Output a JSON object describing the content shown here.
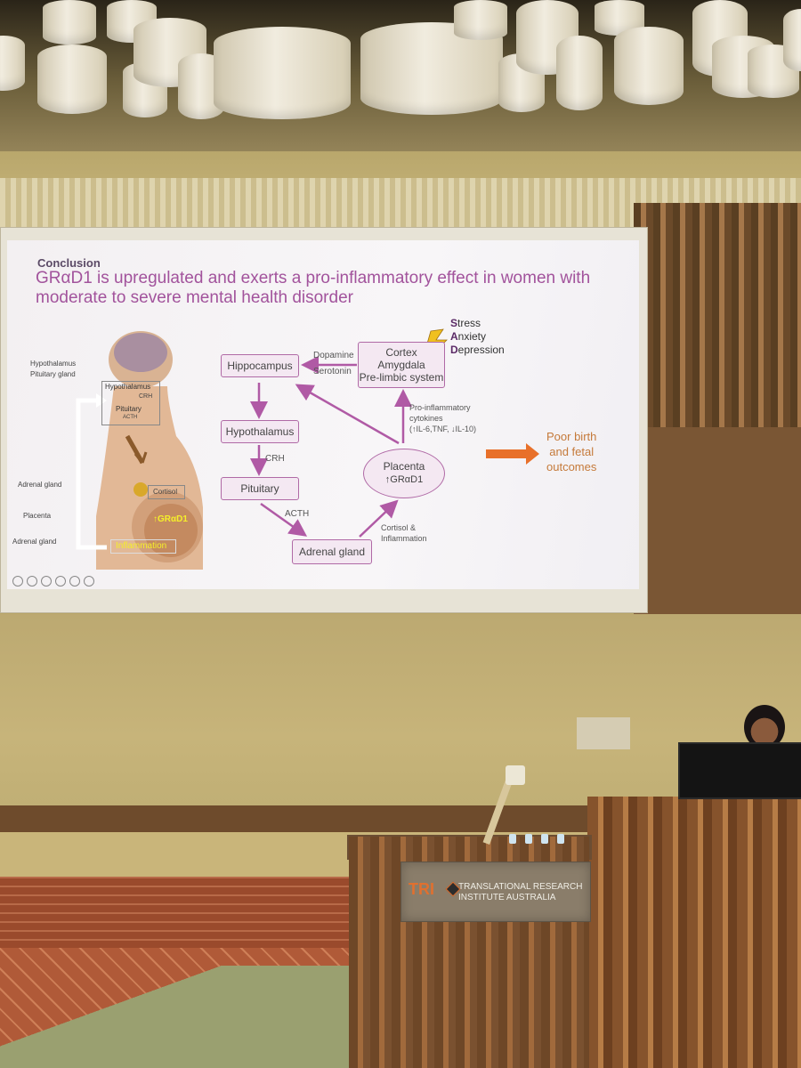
{
  "slide": {
    "eyebrow": "Conclusion",
    "title": "GRαD1 is upregulated and exerts a pro-inflammatory effect in women with moderate to severe mental health disorder",
    "body_labels": {
      "hypothalamus": "Hypothalamus",
      "pituitary_gland": "Pituitary gland",
      "inner_hypothalamus": "Hypothalamus",
      "crh_small": "CRH",
      "inner_pituitary": "Pituitary",
      "acth_small": "ACTH",
      "adrenal_gland_1": "Adrenal gland",
      "cortisol": "Cortisol",
      "placenta": "Placenta",
      "gr_tag": "↑GRαD1",
      "adrenal_gland_2": "Adrenal gland",
      "inflammation": "Inflammation"
    },
    "stress": {
      "s": "S",
      "s_rest": "tress",
      "a": "A",
      "a_rest": "nxiety",
      "d": "D",
      "d_rest": "epression"
    },
    "nodes": {
      "cortex": "Cortex",
      "amygdala": "Amygdala",
      "prelimbic": "Pre-limbic system",
      "hippocampus": "Hippocampus",
      "hypothalamus": "Hypothalamus",
      "pituitary": "Pituitary",
      "adrenal": "Adrenal gland",
      "placenta": "Placenta",
      "placenta_gr": "↑GRαD1"
    },
    "edges": {
      "dopamine": "Dopamine",
      "serotonin": "Serotonin",
      "crh": "CRH",
      "acth": "ACTH",
      "cytokines_1": "Pro-inflammatory",
      "cytokines_2": "cytokines",
      "cytokines_3": "(↑IL-6,TNF, ↓IL-10)",
      "cortisol_1": "Cortisol &",
      "cortisol_2": "Inflammation"
    },
    "outcome": [
      "Poor birth",
      "and fetal",
      "outcomes"
    ]
  },
  "podium_sign": {
    "logo": "TRI",
    "line1": "TRANSLATIONAL RESEARCH",
    "line2": "INSTITUTE AUSTRALIA"
  },
  "colors": {
    "title": "#a2539c",
    "arrow": "#b05aa5",
    "accent_orange": "#e8702a",
    "highlight_yellow": "#f5ef2a"
  }
}
